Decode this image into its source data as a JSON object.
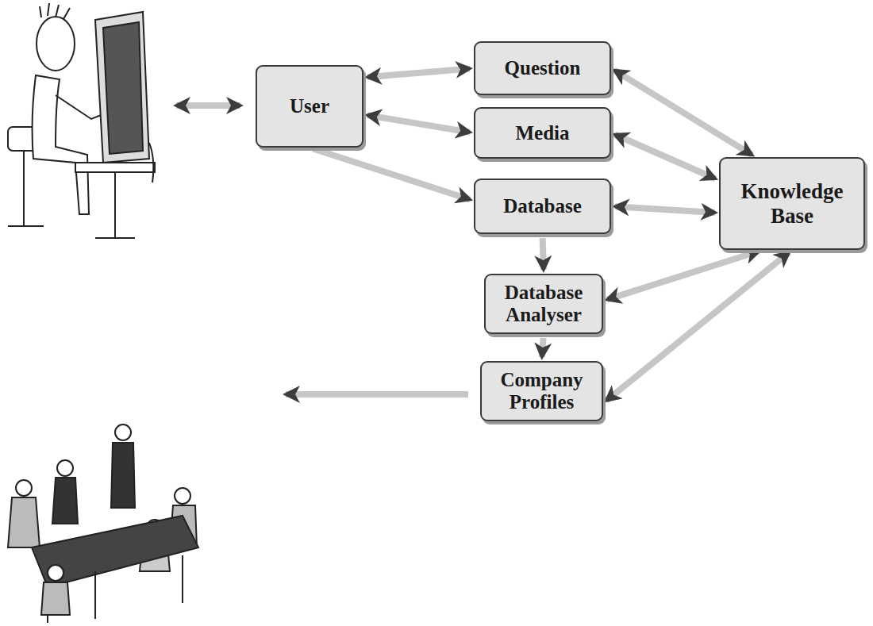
{
  "diagram": {
    "nodes": [
      {
        "text": [
          "User"
        ]
      },
      {
        "text": [
          "Question"
        ]
      },
      {
        "text": [
          "Media"
        ]
      },
      {
        "text": [
          "Database"
        ]
      },
      {
        "text": [
          "Knowledge Base"
        ]
      },
      {
        "text": [
          "Database Analyser"
        ]
      },
      {
        "text": [
          "Company Profiles"
        ]
      }
    ],
    "edges": [
      {
        "from": 0,
        "to": 1,
        "arrow": "both"
      },
      {
        "from": 0,
        "to": 2,
        "arrow": "both"
      },
      {
        "from": 0,
        "to": 3,
        "arrow": "to"
      },
      {
        "from": 1,
        "to": 4,
        "arrow": "both"
      },
      {
        "from": 2,
        "to": 4,
        "arrow": "both"
      },
      {
        "from": 3,
        "to": 4,
        "arrow": "both"
      },
      {
        "from": 3,
        "to": 5,
        "arrow": "to"
      },
      {
        "from": 5,
        "to": 4,
        "arrow": "both"
      },
      {
        "from": 5,
        "to": 6,
        "arrow": "to"
      },
      {
        "from": 6,
        "to": 4,
        "arrow": "both"
      }
    ]
  }
}
